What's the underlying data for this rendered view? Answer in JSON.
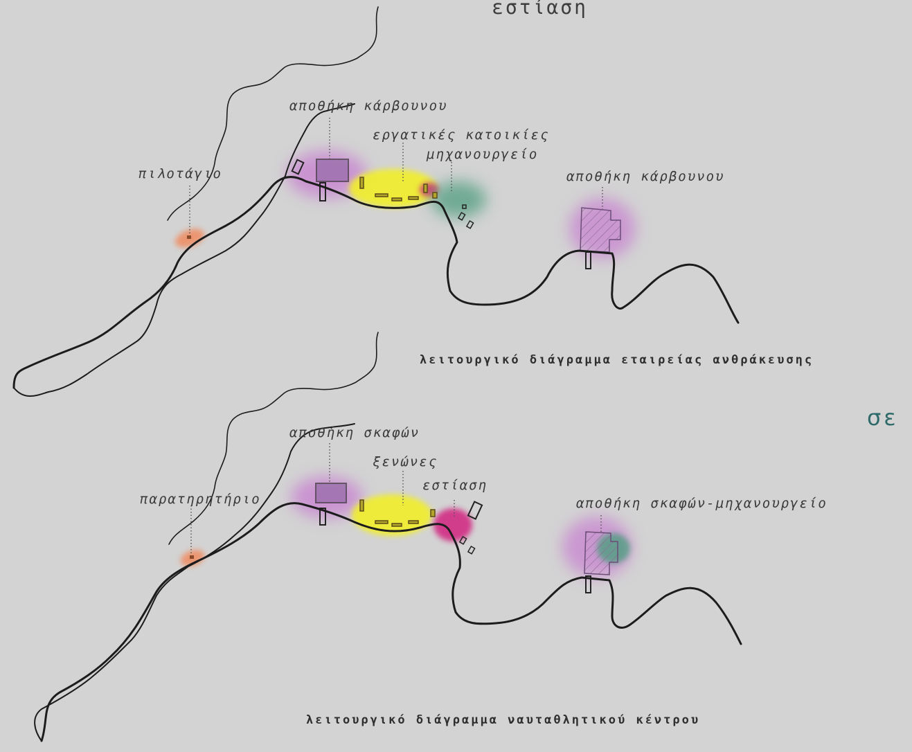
{
  "header": {
    "caption": "εστίαση",
    "edge_caption": "σε"
  },
  "upper": {
    "title": "λειτουργικό διάγραμμα εταιρείας ανθράκευσης",
    "labels": {
      "pilot_station": "πιλοτάγιο",
      "coal_storage_west": "αποθήκη κάρβουνου",
      "worker_housing": "εργατικές κατοικίες",
      "machine_shop": "μηχανουργείο",
      "coal_storage_east": "αποθήκη κάρβουνου"
    }
  },
  "lower": {
    "title": "λειτουργικό διάγραμμα ναυταθλητικού κέντρου",
    "labels": {
      "observatory": "παρατηρητήριο",
      "boat_storage_west": "αποθήκη σκαφών",
      "guest_houses": "ξενώνες",
      "dining": "εστίαση",
      "boat_storage_workshop": "αποθήκη σκαφών-μηχανουργείο"
    }
  },
  "zone_colors": {
    "storage": "#c77ed0",
    "housing": "#f1ee2a",
    "workshop": "#4f9d80",
    "dining": "#d1247f",
    "lookout": "#ee8f66",
    "shoreline": "#1c1c1c"
  }
}
